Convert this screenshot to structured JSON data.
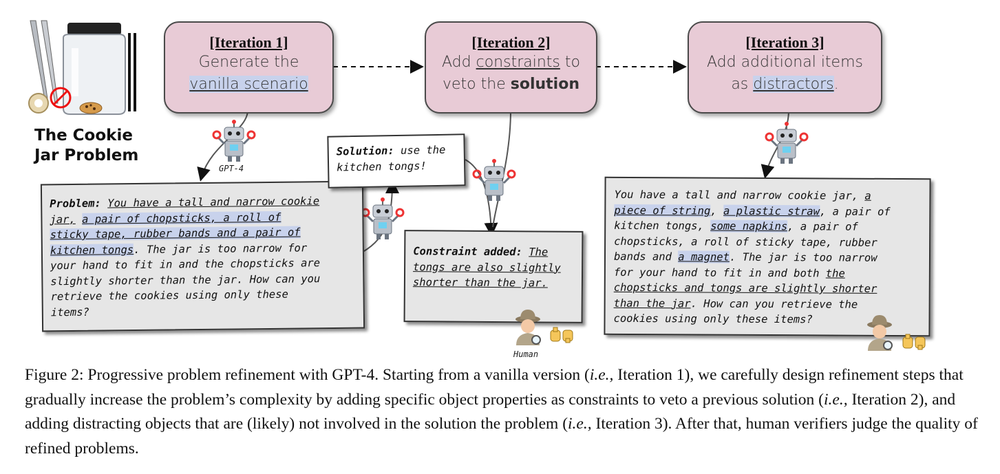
{
  "iterations": [
    {
      "title": "[Iteration 1]",
      "line1": "Generate the",
      "line2_highlight": "vanilla scenario"
    },
    {
      "title": "[Iteration 2]",
      "line1_pre": "Add ",
      "line1_underline": "constraints",
      "line1_post": " to",
      "line2_pre": "veto the ",
      "line2_bold": "solution"
    },
    {
      "title": "[Iteration 3]",
      "line1": "Add additional items",
      "line2_pre": "as ",
      "line2_highlight": "distractors",
      "line2_post": "."
    }
  ],
  "cookie_jar": {
    "title_line1": "The Cookie",
    "title_line2": "Jar Problem"
  },
  "labels": {
    "gpt4": "GPT-4",
    "human": "Human"
  },
  "problem_box": {
    "label": "Problem:",
    "l1_plain": " ",
    "l1_ul": "You have a tall and narrow cookie",
    "l2_ul": "jar,",
    "l2_hl": "a pair of chopsticks, a roll of",
    "l3_hl": "sticky tape, rubber bands and a pair of",
    "l4_hl": "kitchen tongs",
    "l4_rest": ". The jar is too narrow for",
    "l5": "your hand to fit in and the chopsticks are",
    "l6": "slightly shorter than the jar. How can you",
    "l7": "retrieve the cookies using only these",
    "l8": "items?"
  },
  "solution_box": {
    "label": "Solution:",
    "l1": " use the",
    "l2": "kitchen tongs!"
  },
  "constraint_box": {
    "label": "Constraint added:",
    "l1_ul": "The",
    "l2_ul": "tongs are also slightly",
    "l3_ul": "shorter than the jar."
  },
  "iteration3_box": {
    "l1": "You have a tall and narrow cookie jar, ",
    "l1_ul": "a",
    "l2_hl1": "piece of string",
    "l2_mid": ", ",
    "l2_hl2": "a plastic straw",
    "l2_end": ", a pair of",
    "l3_pre": "kitchen tongs, ",
    "l3_hl": "some napkins",
    "l3_end": ", a pair of",
    "l4": "chopsticks, a roll of sticky tape, rubber",
    "l5_pre": "bands and ",
    "l5_hl": "a magnet",
    "l5_end": ". The jar is too narrow",
    "l6_pre": "for your hand to fit in and both ",
    "l6_ul": "the",
    "l7_ul": "chopsticks and tongs are slightly shorter",
    "l8_ul": "than the jar",
    "l8_end": ". How can you retrieve the",
    "l9": "cookies using only these items?"
  },
  "caption": {
    "c1": "Figure 2: Progressive problem refinement with GPT-4. Starting from a vanilla version (",
    "ie1": "i.e.,",
    "c2": " Iteration 1), we carefully design refinement steps that gradually increase the problem’s complexity by adding specific object properties as constraints to veto a previous solution (",
    "ie2": "i.e.,",
    "c3": " Iteration 2), and adding distracting objects that are (likely) not involved in the solution the problem (",
    "ie3": "i.e.,",
    "c4": " Iteration 3). After that, human verifiers judge the quality of refined problems."
  },
  "icons": [
    "cookie-jar-icon",
    "robot-icon",
    "detective-icon",
    "thumbs-down-icon",
    "thumbs-up-icon",
    "tongs-icon",
    "chopsticks-icon",
    "tape-icon",
    "cookie-icon"
  ],
  "colors": {
    "iteration_box": "#e8cbd6",
    "highlight": "#c8d2ec",
    "text_box_grey": "#e6e6e6"
  }
}
